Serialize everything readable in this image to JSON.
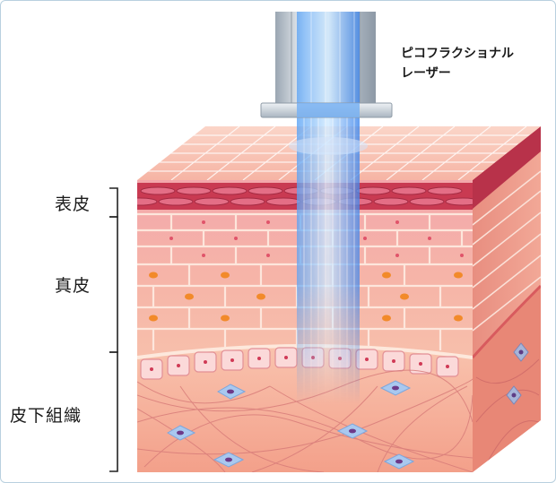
{
  "laser": {
    "line1": "ピコフラクショナル",
    "line2": "レーザー"
  },
  "layers": {
    "epidermis": "表皮",
    "dermis": "真皮",
    "subcutis": "皮下組織"
  },
  "colors": {
    "beam": "#3d8ff0",
    "beam_light": "#bfe0ff",
    "device": "#c9d2da",
    "epidermis": "#d63c59",
    "dermis_top": "#f0a0a6",
    "dermis_bottom": "#f8c9a8",
    "subcutis": "#f5a48d",
    "fiber": "#c96a6a",
    "cell": "#9ec3ea",
    "nucleus": "#7c3d8c"
  }
}
